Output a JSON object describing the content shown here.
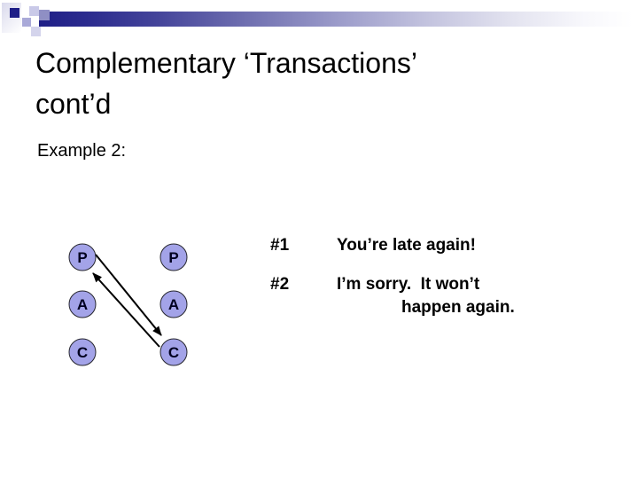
{
  "slide": {
    "title": "Complementary ‘Transactions’\ncont’d",
    "subtitle": "Example 2:"
  },
  "diagram": {
    "left_nodes": [
      {
        "label": "P"
      },
      {
        "label": "A"
      },
      {
        "label": "C"
      }
    ],
    "right_nodes": [
      {
        "label": "P"
      },
      {
        "label": "A"
      },
      {
        "label": "C"
      }
    ],
    "node_fill": "#a3a3e8",
    "node_border": "#26262e",
    "node_label_color": "#000020",
    "arrow_color": "#000000"
  },
  "transactions": [
    {
      "num": "#1",
      "lines": [
        "You’re late again!"
      ]
    },
    {
      "num": "#2",
      "lines": [
        "I’m sorry.  It won’t",
        "happen again."
      ]
    }
  ],
  "colors": {
    "accent_navy": "#1e1e87",
    "bar_gradient_start": "#1f1f87",
    "bar_gradient_end": "#ffffff",
    "decor_lavender_light": "#c9c9e8",
    "decor_lavender_mid": "#8f8fc4"
  }
}
